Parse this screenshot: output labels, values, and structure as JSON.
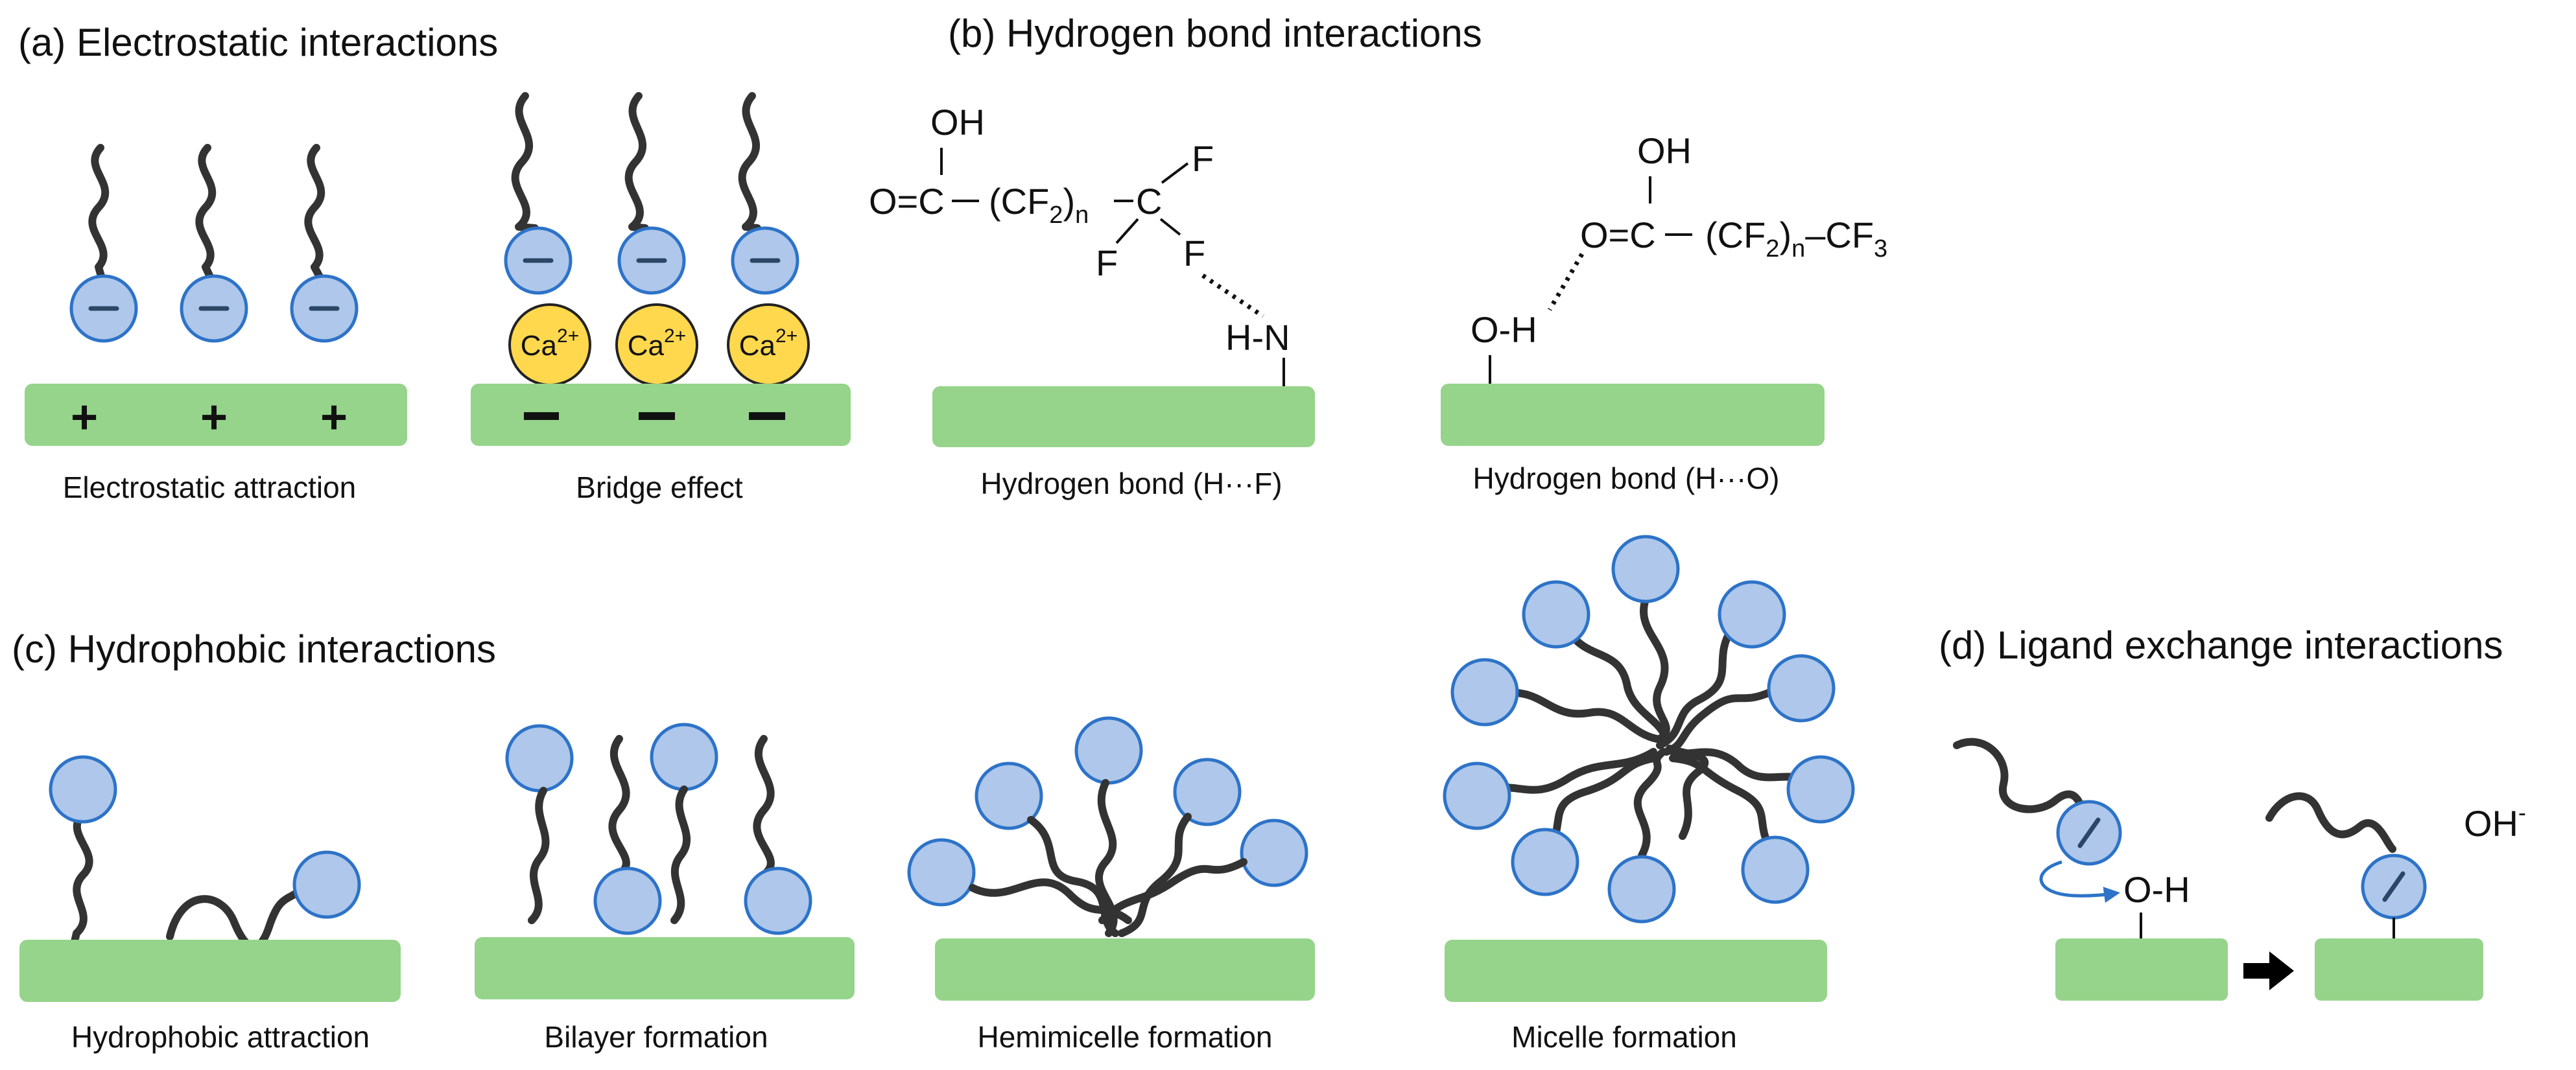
{
  "panels": {
    "a": {
      "title": "(a) Electrostatic interactions",
      "captions": [
        "Electrostatic attraction",
        "Bridge effect"
      ],
      "surface_charge_plus": "+",
      "surface_charge_minus": "−",
      "head_charge": "−",
      "cation": {
        "base": "Ca",
        "charge": "2+"
      }
    },
    "b": {
      "title": "(b) Hydrogen bond interactions",
      "captions": [
        "Hydrogen bond (H···F)",
        "Hydrogen bond (H···O)"
      ],
      "left_molecule": {
        "oh": "OH",
        "carbonyl": "O=C",
        "dash": "–",
        "chain": "(CF",
        "sub2": "2",
        "close": ")",
        "subn": "n",
        "carbon": "C",
        "f_top": "F",
        "f_left": "F",
        "f_right": "F",
        "donor": "H-N"
      },
      "right_molecule": {
        "oh": "OH",
        "carbonyl": "O=C",
        "dash": "–",
        "chain": "(CF",
        "sub2": "2",
        "close": ")",
        "subn": "n",
        "end": "–CF",
        "sub3": "3",
        "donor": "O-H"
      }
    },
    "c": {
      "title": "(c) Hydrophobic interactions",
      "captions": [
        "Hydrophobic attraction",
        "Bilayer formation",
        "Hemimicelle formation",
        "Micelle formation"
      ]
    },
    "d": {
      "title": "(d) Ligand exchange interactions",
      "hydroxyl": "O-H",
      "released": "OH",
      "released_charge": "-",
      "arrow_icon": "right-arrow-icon"
    }
  },
  "colors": {
    "substrate": "#95d48a",
    "head_fill": "#aec7ea",
    "head_stroke": "#2d73c8",
    "cation_fill": "#ffd84d",
    "tail": "#333333",
    "exchange_arrow": "#2d73c8"
  }
}
